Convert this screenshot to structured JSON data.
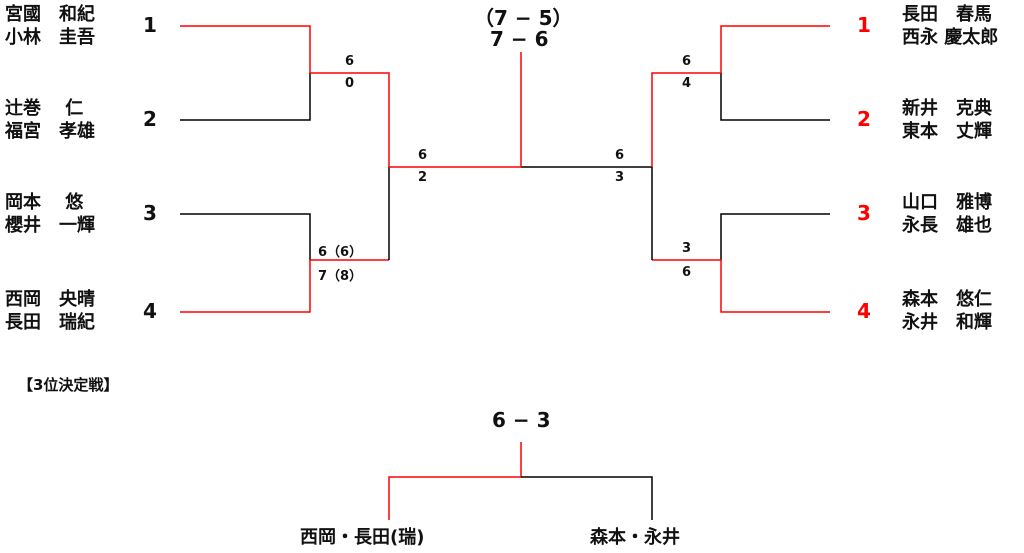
{
  "colors": {
    "winner": "#ff0000",
    "loser": "#000000"
  },
  "final": {
    "score_paren": "（7 − 5）",
    "score": "7 − 6"
  },
  "left": {
    "players": [
      {
        "seed": "1",
        "line1": "宮國　和紀",
        "line2": "小林　圭吾"
      },
      {
        "seed": "2",
        "line1": "辻巻　 仁",
        "line2": "福宮　孝雄"
      },
      {
        "seed": "3",
        "line1": "岡本　 悠",
        "line2": "櫻井　一輝"
      },
      {
        "seed": "4",
        "line1": "西岡　央晴",
        "line2": "長田　瑞紀"
      }
    ],
    "sf1": {
      "top": "6",
      "bottom": "0"
    },
    "sf2": {
      "top": "6（6）",
      "bottom": "7（8）"
    },
    "final_score": {
      "top": "6",
      "bottom": "2"
    }
  },
  "right": {
    "players": [
      {
        "seed": "1",
        "line1": "長田　春馬",
        "line2": "西永 慶太郎"
      },
      {
        "seed": "2",
        "line1": "新井　克典",
        "line2": "東本　丈輝"
      },
      {
        "seed": "3",
        "line1": "山口　雅博",
        "line2": "永長　雄也"
      },
      {
        "seed": "4",
        "line1": "森本　悠仁",
        "line2": "永井　和輝"
      }
    ],
    "sf1": {
      "top": "6",
      "bottom": "4"
    },
    "sf2": {
      "top": "3",
      "bottom": "6"
    },
    "final_score": {
      "top": "6",
      "bottom": "3"
    }
  },
  "third_place": {
    "title": "【3位決定戦】",
    "score": "6 − 3",
    "left_team": "西岡・長田(瑞)",
    "right_team": "森本・永井"
  }
}
